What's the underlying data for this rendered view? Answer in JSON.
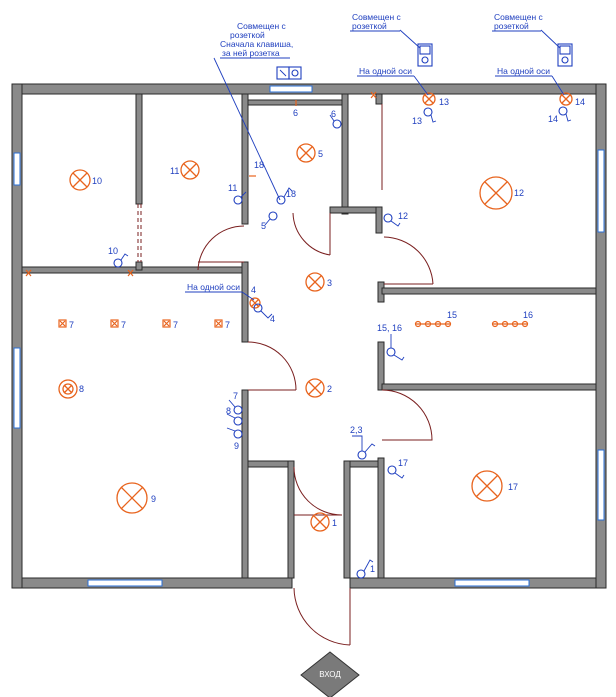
{
  "entrance_label": "ВХОД",
  "notes": {
    "combined_left": [
      "Совмещен с",
      "розеткой",
      "Сначала клавиша,",
      "за ней розетка"
    ],
    "combined_mid": [
      "Совмещен с",
      "розеткой"
    ],
    "combined_right": [
      "Совмещен с",
      "розеткой"
    ],
    "one_axis_mid": "На одной оси",
    "one_axis_right": "На одной оси",
    "one_axis_left": "На одной оси"
  },
  "lamp_labels": {
    "l1": "1",
    "l2": "2",
    "l3": "3",
    "l4": "4",
    "l5": "5",
    "l6": "6",
    "l7a": "7",
    "l7b": "7",
    "l7c": "7",
    "l7d": "7",
    "l8": "8",
    "l9": "9",
    "l10": "10",
    "l11": "11",
    "l12": "12",
    "l13": "13",
    "l14": "14",
    "l15": "15",
    "l16": "16",
    "l17": "17",
    "l18": "18"
  },
  "switch_labels": {
    "s1": "1",
    "s23": "2,3",
    "s4": "4",
    "s5": "5",
    "s6": "6",
    "s7": "7",
    "s8": "8",
    "s9": "9",
    "s10": "10",
    "s11": "11",
    "s12": "12",
    "s13": "13",
    "s14": "14",
    "s1516": "15, 16",
    "s17": "17",
    "s18": "18"
  }
}
